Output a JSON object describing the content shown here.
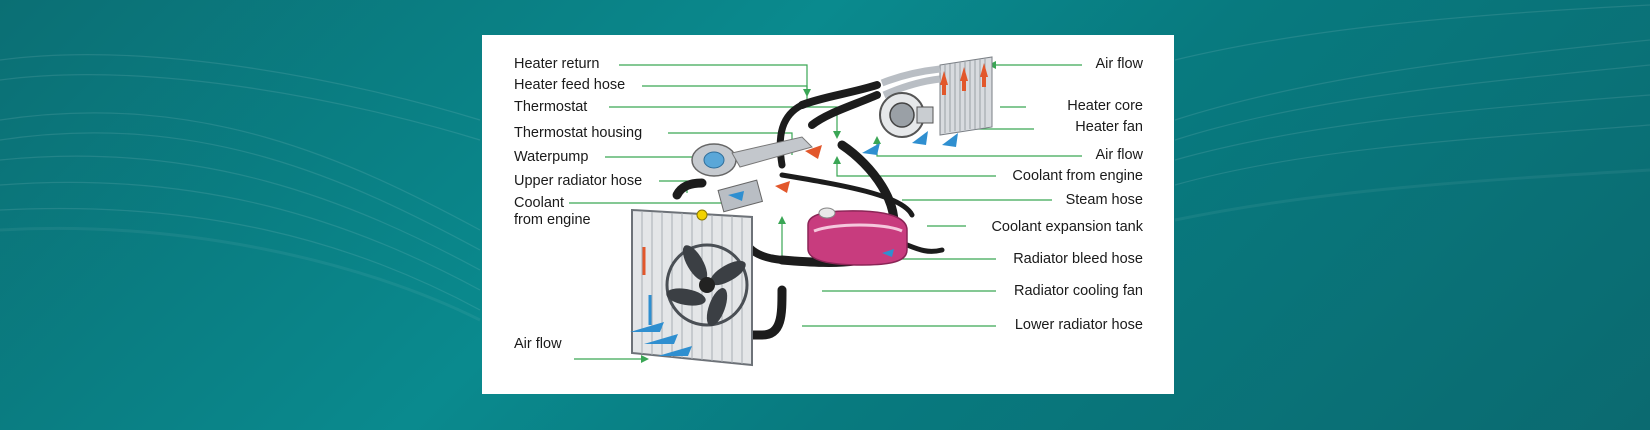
{
  "diagram": {
    "labels_left": {
      "heater_return": "Heater return",
      "heater_feed_hose": "Heater feed hose",
      "thermostat": "Thermostat",
      "thermostat_housing": "Thermostat housing",
      "waterpump": "Waterpump",
      "upper_radiator_hose": "Upper radiator hose",
      "coolant_from_engine_left_1": "Coolant",
      "coolant_from_engine_left_2": "from engine",
      "air_flow_bottom": "Air flow"
    },
    "labels_right": {
      "air_flow_top": "Air flow",
      "heater_core": "Heater core",
      "heater_fan": "Heater fan",
      "air_flow_mid": "Air flow",
      "coolant_from_engine": "Coolant from engine",
      "steam_hose": "Steam hose",
      "coolant_expansion_tank": "Coolant expansion tank",
      "radiator_bleed_hose": "Radiator bleed hose",
      "radiator_cooling_fan": "Radiator cooling fan",
      "lower_radiator_hose": "Lower radiator hose"
    },
    "colors": {
      "background": "#0a8a8e",
      "leader_line": "#3aa655",
      "hose": "#1c1c1c",
      "tank": "#c83c7e",
      "flow_hot": "#e2572b",
      "flow_cold": "#2f8fd0"
    }
  }
}
